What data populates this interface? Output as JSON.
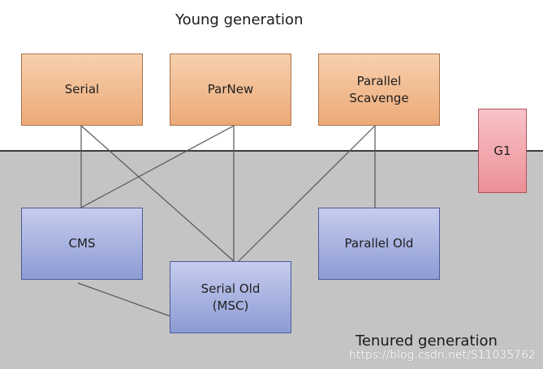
{
  "labels": {
    "young_generation": "Young generation",
    "tenured_generation": "Tenured generation",
    "watermark": "https://blog.csdn.net/S11035762"
  },
  "collectors": {
    "serial": "Serial",
    "parnew": "ParNew",
    "parallel_scavenge": "Parallel\nScavenge",
    "g1": "G1",
    "cms": "CMS",
    "parallel_old": "Parallel Old",
    "serial_old": "Serial Old\n(MSC)"
  },
  "colors": {
    "young": "#eca978",
    "tenured": "#8d9bd4",
    "g1": "#ec8f97",
    "tenured_region": "#c4c4c4"
  },
  "connections": [
    [
      "serial",
      "cms"
    ],
    [
      "serial",
      "serial_old"
    ],
    [
      "parnew",
      "cms"
    ],
    [
      "parnew",
      "serial_old"
    ],
    [
      "parallel_scavenge",
      "serial_old"
    ],
    [
      "parallel_scavenge",
      "parallel_old"
    ],
    [
      "cms",
      "serial_old"
    ]
  ]
}
